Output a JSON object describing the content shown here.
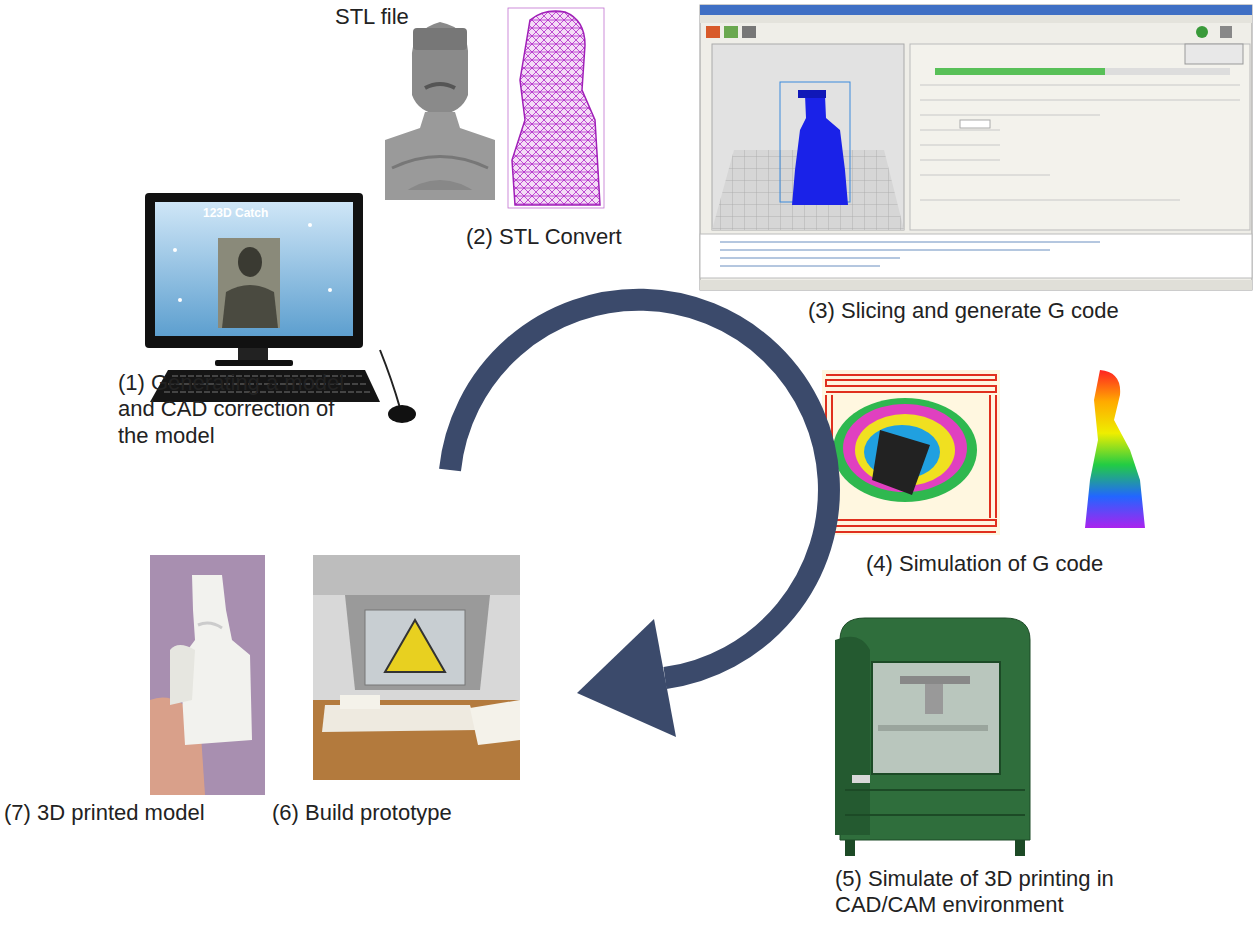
{
  "diagram": {
    "labels": [
      "STL file",
      "123D Catch",
      "(2) STL Convert",
      "(3) Slicing and generate G code",
      "(1) Generating a model and CAD correction of the model",
      "(4) Simulation of G code",
      "(7) 3D printed model",
      "(6) Build prototype",
      "(5) Simulate of 3D printing in CAD/CAM environment"
    ]
  }
}
